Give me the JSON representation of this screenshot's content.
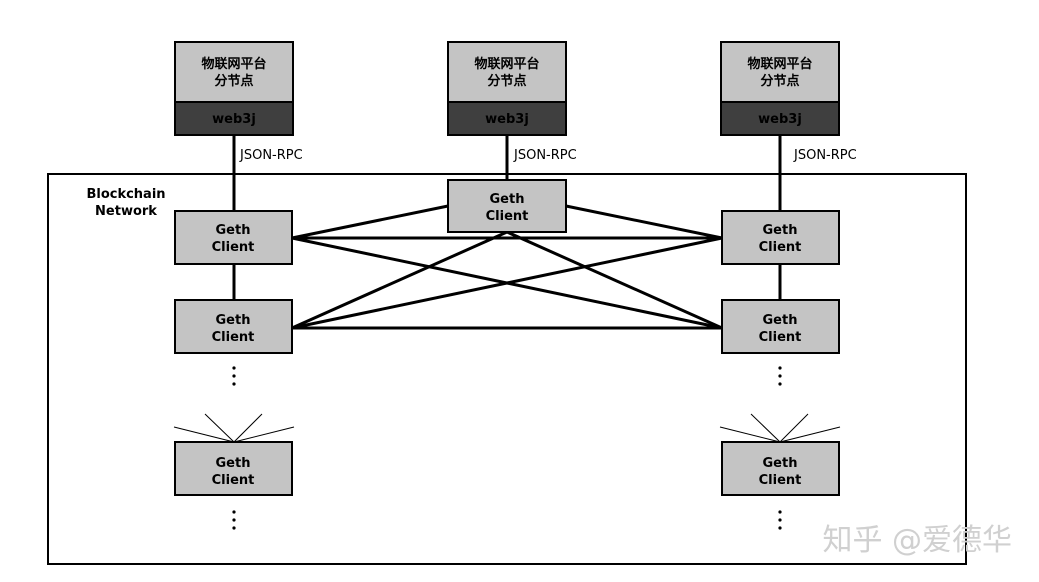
{
  "platform_nodes": [
    {
      "title_line1": "物联网平台",
      "title_line2": "分节点",
      "sdk": "web3j",
      "link_label": "JSON-RPC"
    },
    {
      "title_line1": "物联网平台",
      "title_line2": "分节点",
      "sdk": "web3j",
      "link_label": "JSON-RPC"
    },
    {
      "title_line1": "物联网平台",
      "title_line2": "分节点",
      "sdk": "web3j",
      "link_label": "JSON-RPC"
    }
  ],
  "network": {
    "label_line1": "Blockchain",
    "label_line2": "Network"
  },
  "clients": [
    {
      "line1": "Geth",
      "line2": "Client"
    },
    {
      "line1": "Geth",
      "line2": "Client"
    },
    {
      "line1": "Geth",
      "line2": "Client"
    },
    {
      "line1": "Geth",
      "line2": "Client"
    },
    {
      "line1": "Geth",
      "line2": "Client"
    },
    {
      "line1": "Geth",
      "line2": "Client"
    },
    {
      "line1": "Geth",
      "line2": "Client"
    }
  ],
  "watermark": "知乎 @爱德华",
  "colors": {
    "node_fill": "#c4c4c4",
    "sdk_fill": "#3f3f3f",
    "stroke": "#000000"
  }
}
